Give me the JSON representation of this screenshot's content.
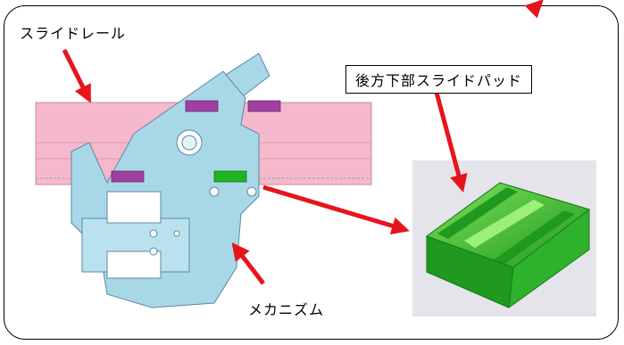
{
  "labels": {
    "slide_rail": "スライドレール",
    "rear_lower_slide_pad": "後方下部スライドパッド",
    "mechanism": "メカニズム"
  },
  "colors": {
    "rail": "#f5b8cc",
    "mechanism": "#a8d8e8",
    "pad_purple": "#a040a0",
    "pad_green": "#22b522",
    "arrow": "#e8141c"
  }
}
